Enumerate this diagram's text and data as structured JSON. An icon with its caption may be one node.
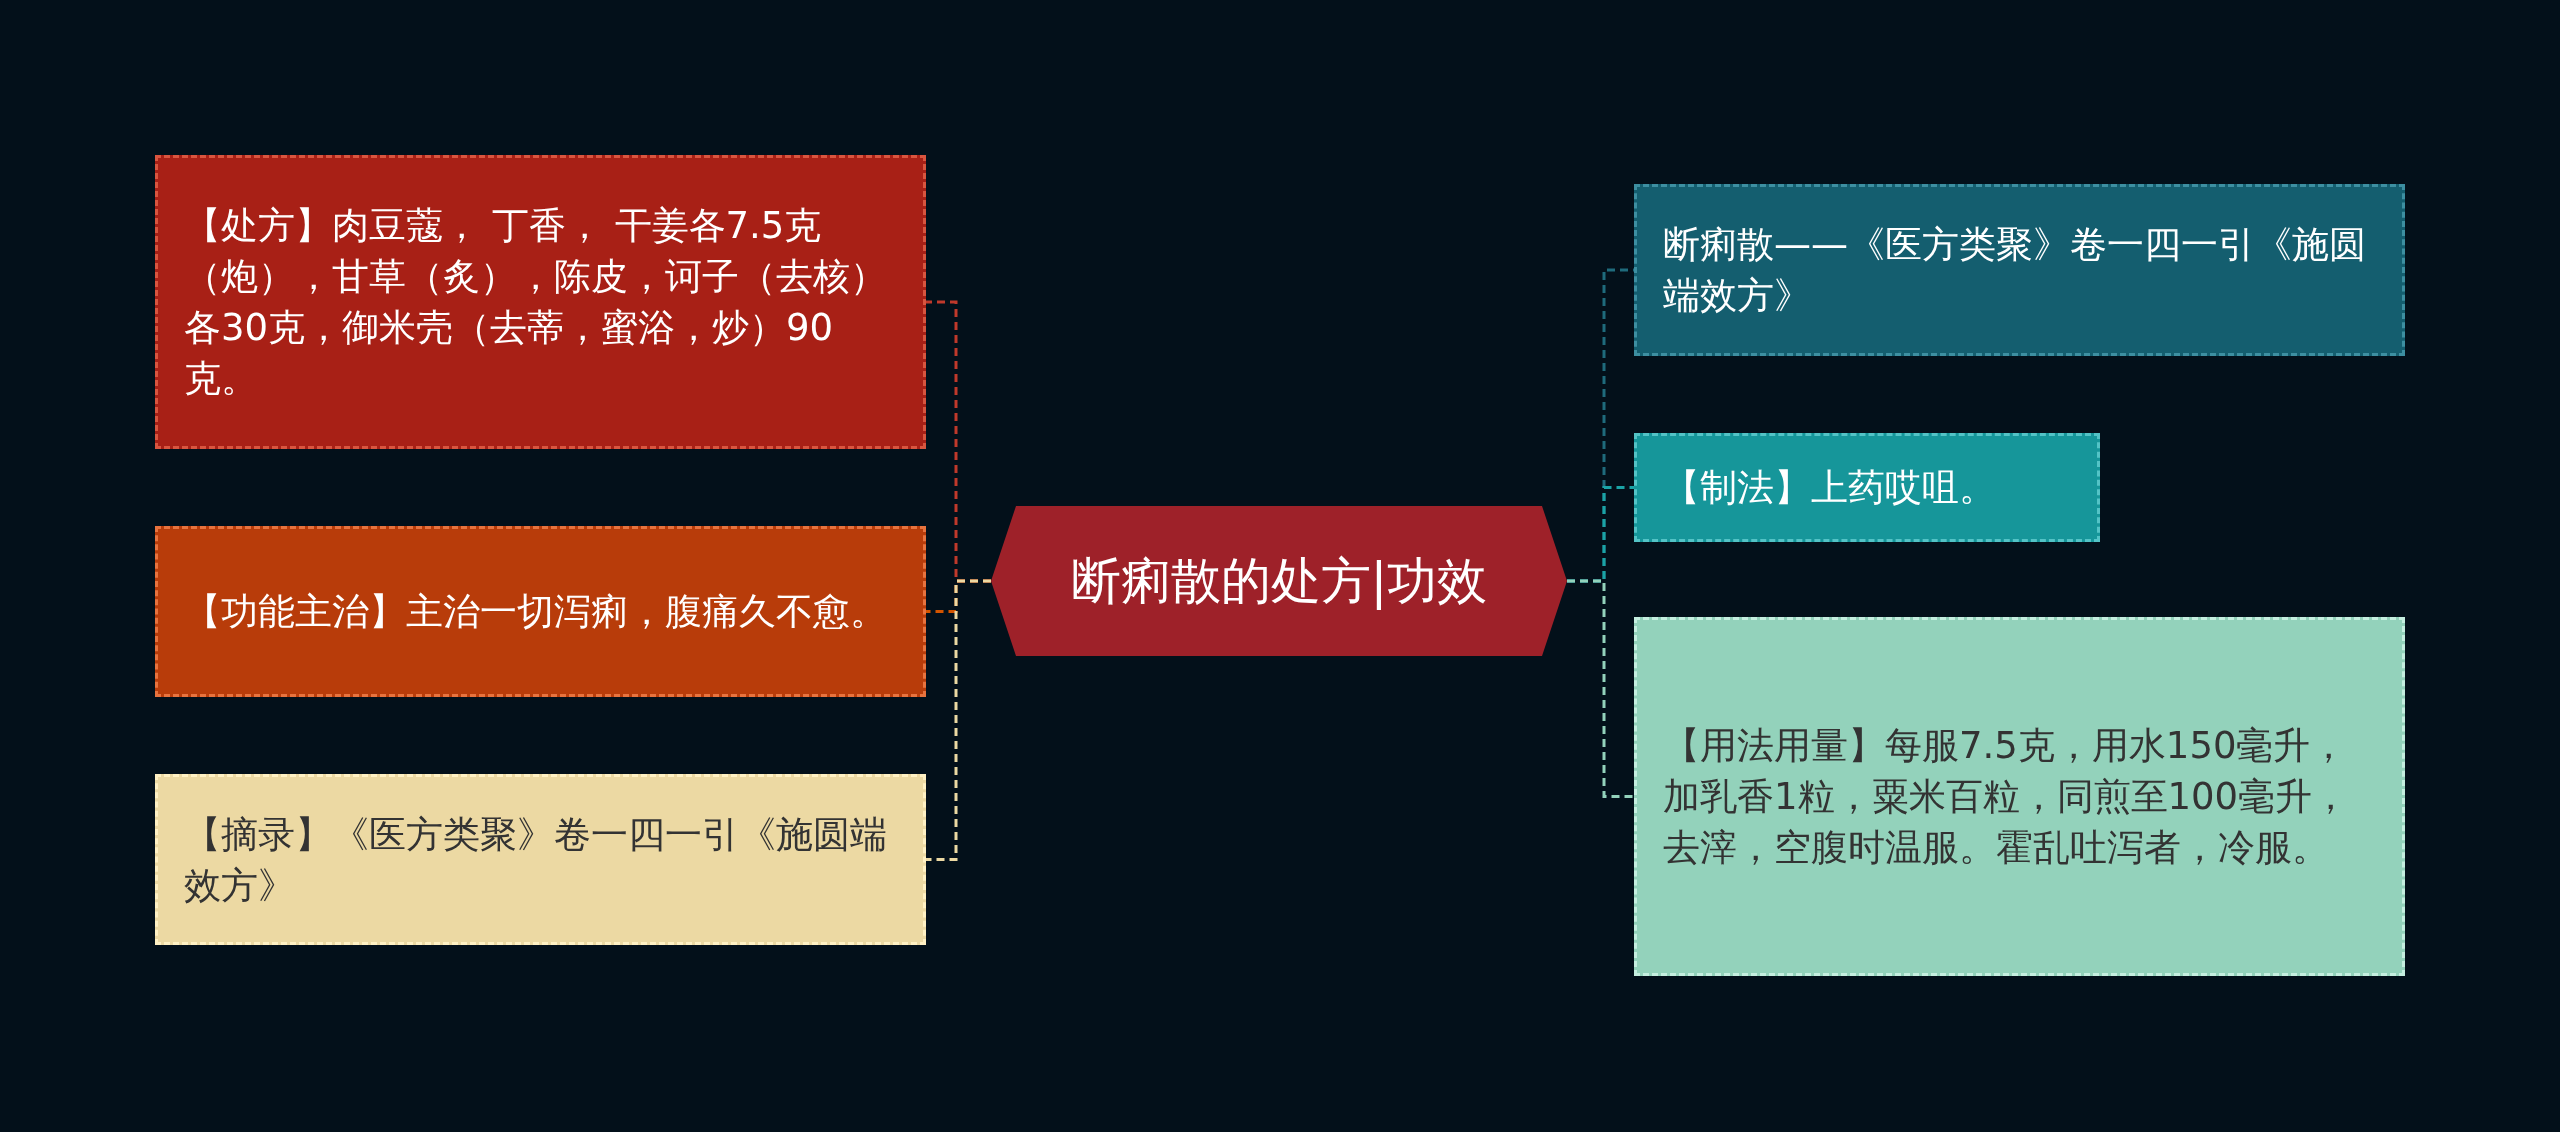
{
  "diagram": {
    "nodes": [
      {
        "text": [
          "断痢散的处方|功效"
        ]
      },
      {
        "text": [
          "【处方】肉豆蔻， 丁香， 干姜各7.5克（炮），甘草（炙），陈皮，诃子（去核）各30克，御米壳（去蒂，蜜浴，炒）90克。"
        ]
      },
      {
        "text": [
          "【功能主治】主治一切泻痢，腹痛久不愈。"
        ]
      },
      {
        "text": [
          "【摘录】《医方类聚》卷一四一引《施圆端效方》"
        ]
      },
      {
        "text": [
          "断痢散——《医方类聚》卷一四一引《施圆端效方》"
        ]
      },
      {
        "text": [
          "【制法】上药哎咀。"
        ]
      },
      {
        "text": [
          "【用法用量】每服7.5克，用水150毫升，加乳香1粒，粟米百粒，同煎至100毫升，去滓，空腹时温服。霍乱吐泻者，冷服。"
        ]
      }
    ],
    "edges": [
      {
        "from": 0,
        "to": 1,
        "arrow": "none",
        "color": "#c0392b"
      },
      {
        "from": 0,
        "to": 2,
        "arrow": "none",
        "color": "#d35400"
      },
      {
        "from": 0,
        "to": 3,
        "arrow": "none",
        "color": "#ecd9a3"
      },
      {
        "from": 0,
        "to": 4,
        "arrow": "none",
        "color": "#1f6b7c"
      },
      {
        "from": 0,
        "to": 5,
        "arrow": "none",
        "color": "#1aa3a6"
      },
      {
        "from": 0,
        "to": 6,
        "arrow": "none",
        "color": "#93d2bb"
      }
    ]
  }
}
